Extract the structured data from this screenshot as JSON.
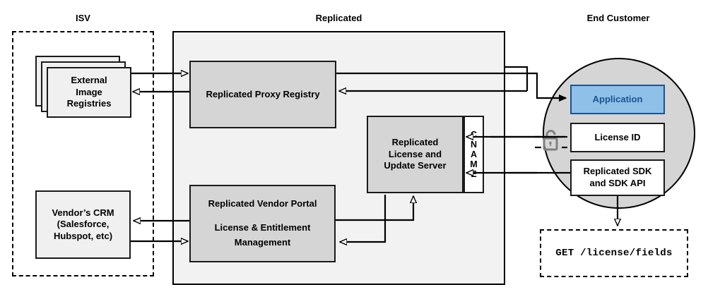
{
  "diagram": {
    "title_isv": "ISV",
    "title_replicated": "Replicated",
    "title_end_customer": "End Customer",
    "colors": {
      "node_fill": "#d5d5d5",
      "panel_fill": "#f2f2f2",
      "circle_fill": "#d5d5d5",
      "application_fill": "#8ec0e8",
      "application_text": "#1a5490",
      "stroke": "#000000",
      "lock_icon": "#808080"
    }
  },
  "isv": {
    "label": "ISV",
    "nodes": {
      "external_registries": "External\nImage\nRegistries",
      "external_registries_line1": "External",
      "external_registries_line2": "Image",
      "external_registries_line3": "Registries",
      "vendor_crm_line1": "Vendor’s CRM",
      "vendor_crm_line2": "(Salesforce,",
      "vendor_crm_line3": "Hubspot, etc)"
    }
  },
  "replicated": {
    "label": "Replicated",
    "nodes": {
      "proxy_registry": "Replicated Proxy Registry",
      "license_server_line1": "Replicated",
      "license_server_line2": "License and",
      "license_server_line3": "Update Server",
      "cname_label": "CNAME",
      "cname_letters": [
        "C",
        "N",
        "A",
        "M",
        "E"
      ],
      "vendor_portal_line1": "Replicated Vendor Portal",
      "vendor_portal_line2": "License & Entitlement",
      "vendor_portal_line3": "Management"
    }
  },
  "end_customer": {
    "label": "End Customer",
    "nodes": {
      "application": "Application",
      "license_id": "License ID",
      "sdk_line1": "Replicated SDK",
      "sdk_line2": "and SDK API"
    },
    "api_call": "GET /license/fields",
    "lock_icon_name": "unlocked-padlock-icon"
  }
}
